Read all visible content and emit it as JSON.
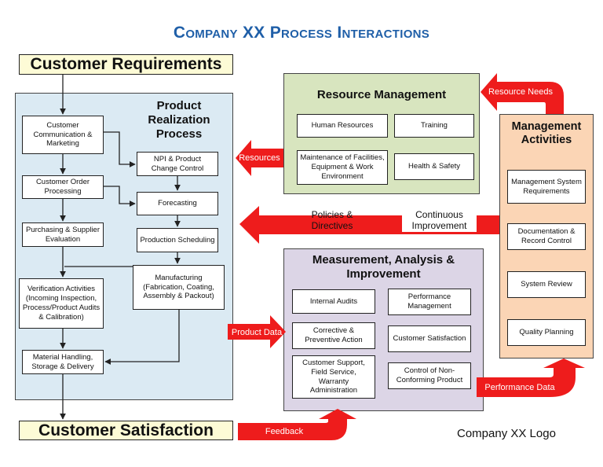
{
  "title": "Company XX Process Interactions",
  "customer_requirements": "Customer Requirements",
  "customer_satisfaction": "Customer Satisfaction",
  "logo_text": "Company XX Logo",
  "product_realization": {
    "title": "Product Realization Process",
    "boxes": {
      "customer_comm": "Customer Communication & Marketing",
      "customer_order": "Customer Order Processing",
      "purchasing": "Purchasing & Supplier Evaluation",
      "verification": "Verification Activities (Incoming Inspection, Process/Product Audits & Calibration)",
      "material_handling": "Material Handling, Storage & Delivery",
      "npi": "NPI & Product Change Control",
      "forecasting": "Forecasting",
      "production_scheduling": "Production Scheduling",
      "manufacturing": "Manufacturing (Fabrication, Coating, Assembly & Packout)"
    }
  },
  "resource_management": {
    "title": "Resource Management",
    "boxes": {
      "human_resources": "Human Resources",
      "training": "Training",
      "maintenance": "Maintenance of Facilities, Equipment & Work Environment",
      "health_safety": "Health & Safety"
    }
  },
  "measurement": {
    "title": "Measurement, Analysis & Improvement",
    "boxes": {
      "internal_audits": "Internal Audits",
      "performance_mgmt": "Performance Management",
      "corrective": "Corrective & Preventive Action",
      "customer_satisfaction": "Customer Satisfaction",
      "customer_support": "Customer Support, Field Service, Warranty Administration",
      "nonconforming": "Control of Non-Conforming Product"
    }
  },
  "management": {
    "title": "Management Activities",
    "boxes": {
      "system_requirements": "Management System Requirements",
      "documentation": "Documentation & Record Control",
      "system_review": "System Review",
      "quality_planning": "Quality Planning"
    }
  },
  "arrows": {
    "resource_needs": "Resource Needs",
    "resources": "Resources",
    "policies": "Policies & Directives",
    "continuous_improvement": "Continuous Improvement",
    "product_data": "Product Data",
    "performance_data": "Performance Data",
    "feedback": "Feedback"
  },
  "colors": {
    "title_blue": "#1f5fa8",
    "product_panel": "#dbeaf3",
    "resource_panel": "#d8e5bf",
    "measurement_panel": "#dcd5e6",
    "management_panel": "#fbd5b5",
    "bar_fill": "#fdfbd6",
    "arrow_red": "#ee1c1c"
  }
}
